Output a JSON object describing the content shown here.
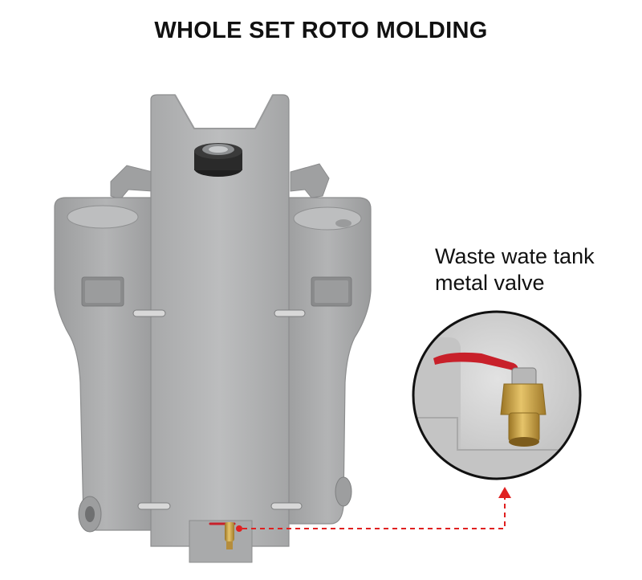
{
  "title": "WHOLE SET ROTO MOLDING",
  "callout": {
    "line1": "Waste wate tank",
    "line2": "metal valve"
  },
  "colors": {
    "tank_body": "#a6a7a8",
    "tank_shadow": "#8e8f90",
    "tank_highlight": "#bdbebf",
    "cap": "#2a2a2a",
    "valve_brass": "#c9a24a",
    "valve_handle": "#c8202a",
    "arrow": "#e02020",
    "zoom_border": "#111111",
    "zoom_background": "#cfcfcf"
  },
  "icons": {
    "arrow": "dashed-arrow-up-icon",
    "valve": "ball-valve-icon"
  }
}
